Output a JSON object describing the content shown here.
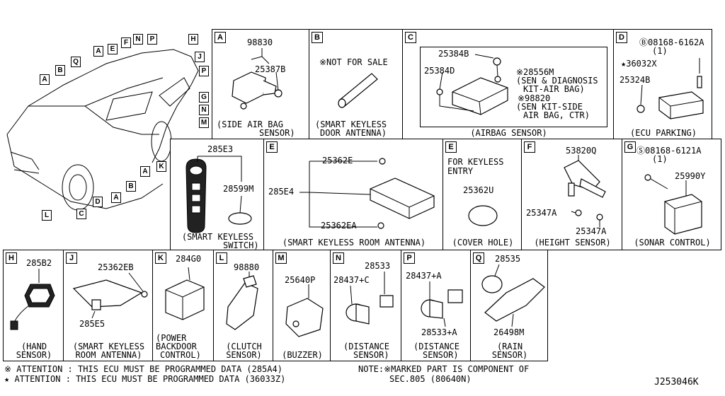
{
  "diagram_id": "J253046K",
  "car_view": {
    "tags": [
      "A",
      "B",
      "Q",
      "E",
      "F",
      "N",
      "P",
      "H",
      "J",
      "P",
      "A",
      "G",
      "N",
      "M",
      "K",
      "A",
      "B",
      "A",
      "D",
      "C",
      "L"
    ]
  },
  "sections": {
    "A": {
      "letter": "A",
      "parts": [
        "98830",
        "25387B"
      ],
      "caption": [
        "(SIDE AIR BAG",
        "SENSOR)"
      ]
    },
    "B": {
      "letter": "B",
      "note": "※NOT FOR SALE",
      "caption": [
        "(SMART KEYLESS",
        "DOOR ANTENNA)"
      ]
    },
    "C": {
      "letter": "C",
      "parts": [
        "25384B",
        "25384D",
        "※28556M",
        "(SEN & DIAGNOSIS",
        "KIT-AIR BAG)",
        "※98820",
        "(SEN KIT-SIDE",
        "AIR BAG, CTR)"
      ],
      "caption": [
        "(AIRBAG SENSOR)"
      ]
    },
    "D": {
      "letter": "D",
      "parts": [
        "Ⓑ08168-6162A",
        "(1)",
        "★36032X",
        "25324B"
      ],
      "caption": [
        "(ECU PARKING)"
      ]
    },
    "SW": {
      "parts": [
        "285E3",
        "28599M"
      ],
      "caption": [
        "(SMART KEYLESS",
        "SWITCH)"
      ]
    },
    "E1": {
      "letter": "E",
      "parts": [
        "25362E",
        "285E4",
        "25362EA"
      ],
      "caption": [
        "(SMART KEYLESS ROOM ANTENNA)"
      ]
    },
    "E2": {
      "letter": "E",
      "note": [
        "FOR KEYLESS",
        "ENTRY"
      ],
      "parts": [
        "25362U"
      ],
      "caption": [
        "(COVER HOLE)"
      ]
    },
    "F": {
      "letter": "F",
      "parts": [
        "53820Q",
        "25347A",
        "25347A"
      ],
      "caption": [
        "(HEIGHT SENSOR)"
      ]
    },
    "G": {
      "letter": "G",
      "parts": [
        "Ⓢ08168-6121A",
        "(1)",
        "25990Y"
      ],
      "caption": [
        "(SONAR CONTROL)"
      ]
    },
    "H": {
      "letter": "H",
      "parts": [
        "285B2"
      ],
      "caption": [
        "(HAND",
        "SENSOR)"
      ]
    },
    "J": {
      "letter": "J",
      "parts": [
        "25362EB",
        "285E5"
      ],
      "caption": [
        "(SMART KEYLESS",
        "ROOM ANTENNA)"
      ]
    },
    "K": {
      "letter": "K",
      "parts": [
        "284G0"
      ],
      "caption": [
        "(POWER",
        "BACKDOOR",
        "CONTROL)"
      ]
    },
    "L": {
      "letter": "L",
      "parts": [
        "98880"
      ],
      "caption": [
        "(CLUTCH",
        "SENSOR)"
      ]
    },
    "M": {
      "letter": "M",
      "parts": [
        "25640P"
      ],
      "caption": [
        "(BUZZER)"
      ]
    },
    "N": {
      "letter": "N",
      "parts": [
        "28533",
        "28437+C"
      ],
      "caption": [
        "(DISTANCE",
        "SENSOR)"
      ]
    },
    "P": {
      "letter": "P",
      "parts": [
        "28437+A",
        "28533+A"
      ],
      "caption": [
        "(DISTANCE",
        "SENSOR)"
      ]
    },
    "Q": {
      "letter": "Q",
      "parts": [
        "28535",
        "26498M"
      ],
      "caption": [
        "(RAIN",
        "SENSOR)"
      ]
    }
  },
  "footer": {
    "attention1": "※ ATTENTION : THIS ECU MUST BE PROGRAMMED DATA (285A4)",
    "attention2": "★ ATTENTION : THIS ECU MUST BE PROGRAMMED DATA (36033Z)",
    "note1": "NOTE:※MARKED PART IS COMPONENT OF",
    "note2": "SEC.805 (80640N)"
  }
}
